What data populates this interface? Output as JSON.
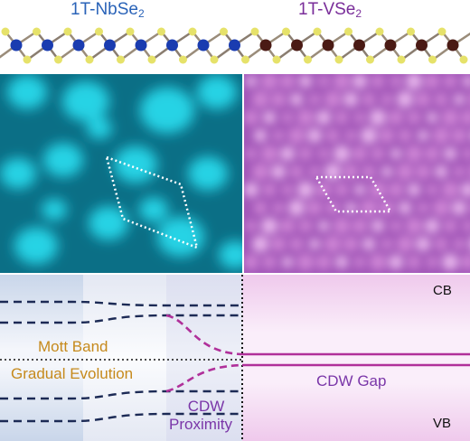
{
  "titles": {
    "left": "1T-NbSe",
    "left_sub": "2",
    "right": "1T-VSe",
    "right_sub": "2"
  },
  "bands": {
    "cb": "CB",
    "vb": "VB",
    "mott_band": "Mott  Band",
    "gradual": "Gradual Evolution",
    "cdw_gap": "CDW Gap",
    "cdw_line1": "CDW",
    "cdw_line2": "Proximity"
  },
  "colors": {
    "nb_atom": "#1a3cb0",
    "v_atom": "#4a1a14",
    "se_atom": "#e6e26a",
    "nb_image": "#1ec8dc",
    "v_image": "#b85ac4",
    "band_dark": "#1c2a55",
    "band_magenta": "#b0309a"
  }
}
